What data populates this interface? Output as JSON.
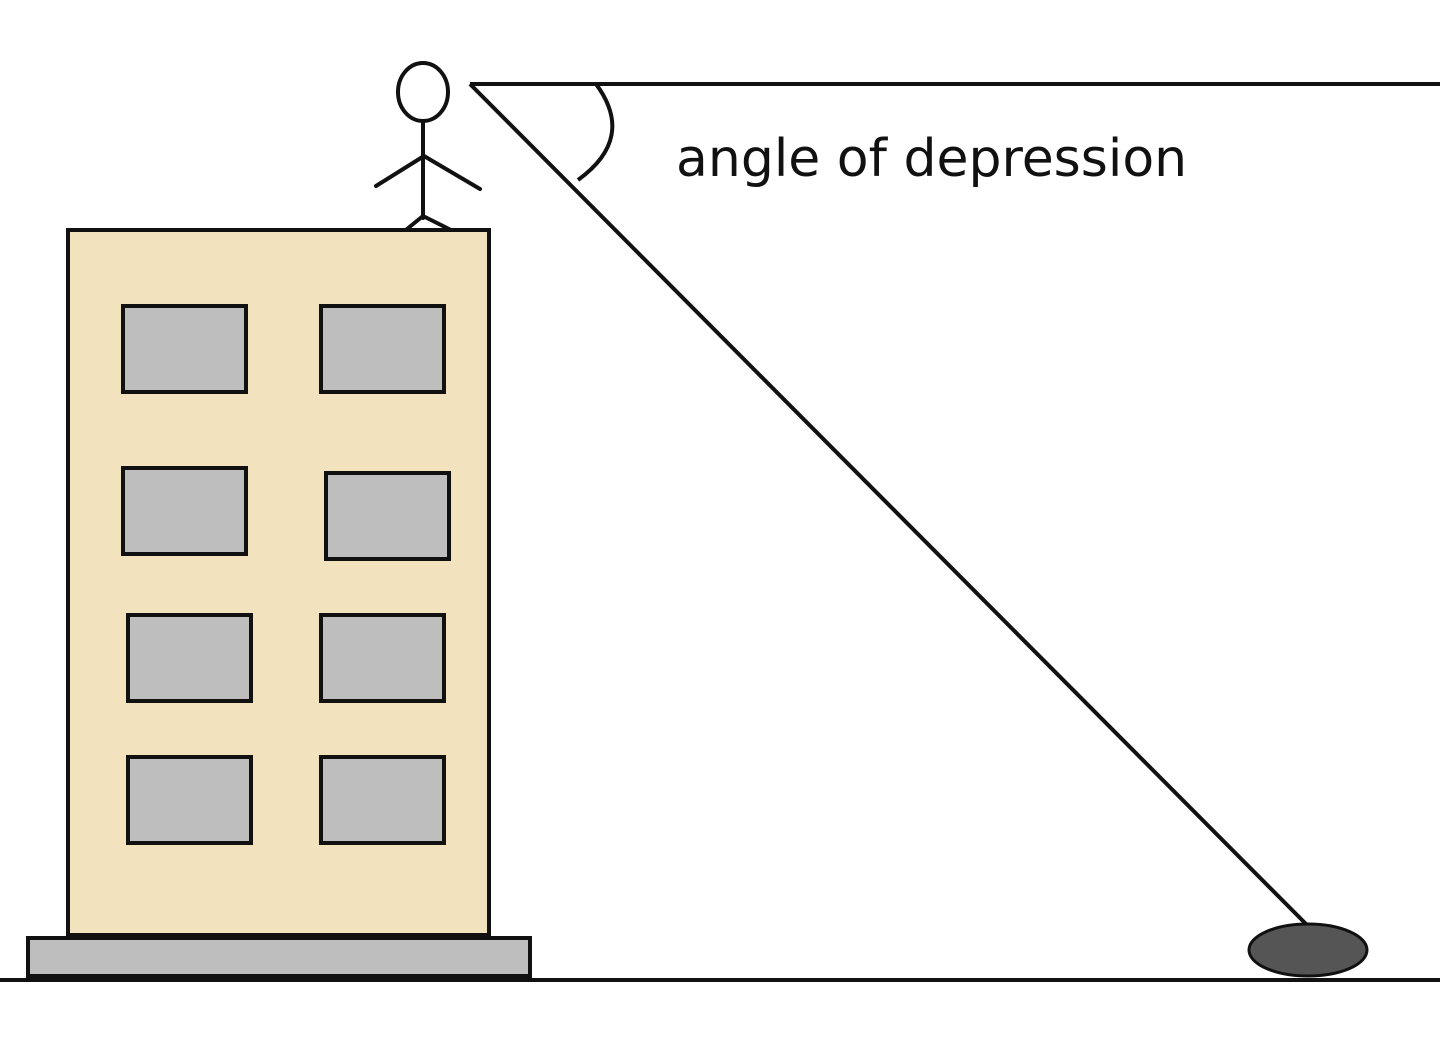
{
  "diagram": {
    "angle_label": "angle of depression"
  },
  "colors": {
    "building_wall": "#f2e2bd",
    "building_base": "#bebebe",
    "window_fill": "#bebebe",
    "object_fill": "#555555",
    "stroke": "#111111",
    "background": "#ffffff"
  },
  "elements": {
    "observer": "stick-figure-person",
    "building": "apartment-building",
    "window_count": 8,
    "target": "ground-object"
  }
}
